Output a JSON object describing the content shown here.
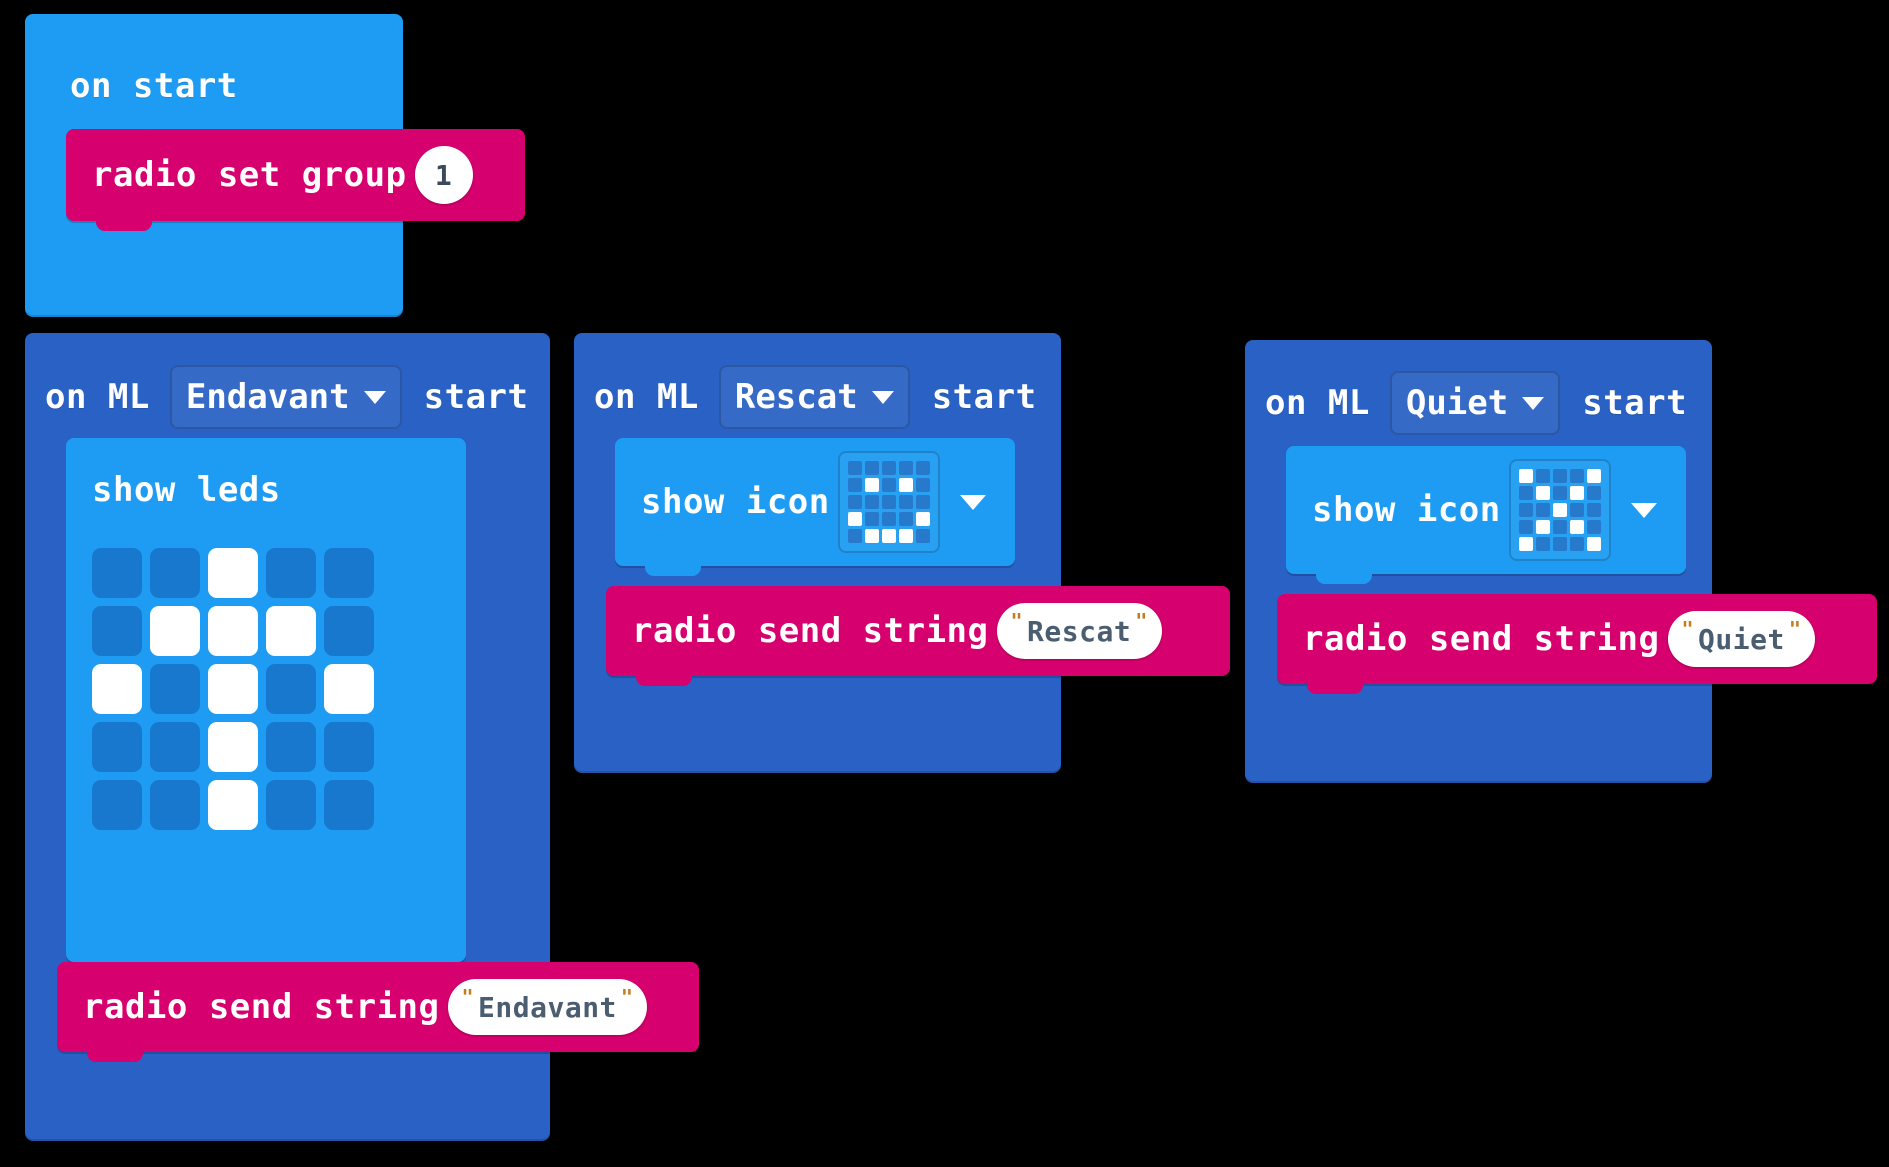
{
  "editor": {
    "name": "makecode-blocks-workspace",
    "colors": {
      "event_light": "#1e9cf3",
      "event_dark": "#2a61c4",
      "radio_pink": "#d6006e",
      "basic_blue": "#1e9cf3",
      "led_off": "#1878ce",
      "led_on": "#ffffff",
      "field_text": "#4b5d70",
      "quote": "#c87b1e",
      "background": "#000000"
    }
  },
  "stacks": [
    {
      "id": "on-start",
      "hat_label": "on start",
      "children": [
        {
          "type": "radio-set-group",
          "label": "radio set group",
          "value": "1"
        }
      ]
    },
    {
      "id": "on-ml-endavant-start",
      "hat_prefix": "on ML",
      "hat_dropdown": "Endavant",
      "hat_suffix": "start",
      "children": [
        {
          "type": "show-leds",
          "label": "show leds",
          "leds": [
            [
              0,
              0,
              1,
              0,
              0
            ],
            [
              0,
              1,
              1,
              1,
              0
            ],
            [
              1,
              0,
              1,
              0,
              1
            ],
            [
              0,
              0,
              1,
              0,
              0
            ],
            [
              0,
              0,
              1,
              0,
              0
            ]
          ]
        },
        {
          "type": "radio-send-string",
          "label": "radio send string",
          "value": "Endavant",
          "quote": "\""
        }
      ]
    },
    {
      "id": "on-ml-rescat-start",
      "hat_prefix": "on ML",
      "hat_dropdown": "Rescat",
      "hat_suffix": "start",
      "children": [
        {
          "type": "show-icon",
          "label": "show icon",
          "icon_name": "happy-face-icon",
          "icon": [
            [
              0,
              0,
              0,
              0,
              0
            ],
            [
              0,
              1,
              0,
              1,
              0
            ],
            [
              0,
              0,
              0,
              0,
              0
            ],
            [
              1,
              0,
              0,
              0,
              1
            ],
            [
              0,
              1,
              1,
              1,
              0
            ]
          ]
        },
        {
          "type": "radio-send-string",
          "label": "radio send string",
          "value": "Rescat",
          "quote": "\""
        }
      ]
    },
    {
      "id": "on-ml-quiet-start",
      "hat_prefix": "on ML",
      "hat_dropdown": "Quiet",
      "hat_suffix": "start",
      "children": [
        {
          "type": "show-icon",
          "label": "show icon",
          "icon_name": "no-cross-icon",
          "icon": [
            [
              1,
              0,
              0,
              0,
              1
            ],
            [
              0,
              1,
              0,
              1,
              0
            ],
            [
              0,
              0,
              1,
              0,
              0
            ],
            [
              0,
              1,
              0,
              1,
              0
            ],
            [
              1,
              0,
              0,
              0,
              1
            ]
          ]
        },
        {
          "type": "radio-send-string",
          "label": "radio send string",
          "value": "Quiet",
          "quote": "\""
        }
      ]
    }
  ]
}
